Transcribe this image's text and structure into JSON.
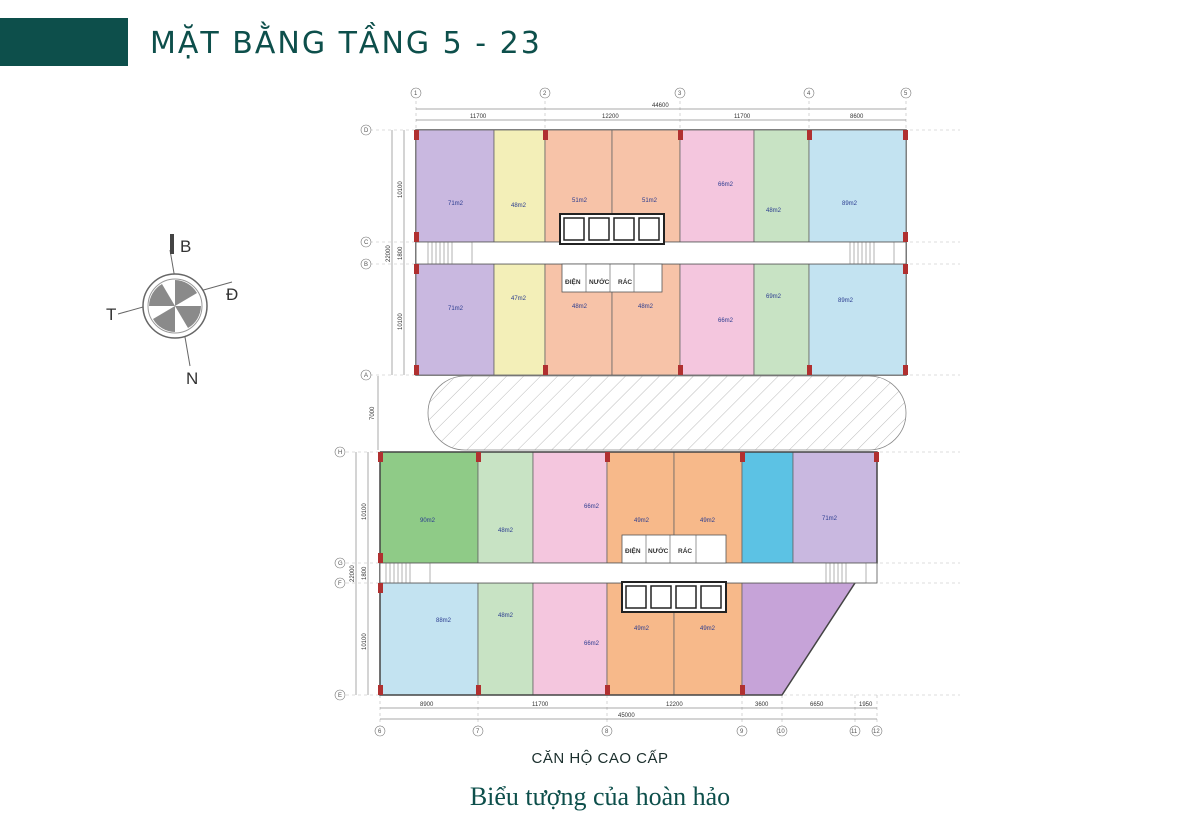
{
  "header": {
    "title": "MẶT BẰNG TẦNG 5 - 23"
  },
  "footer": {
    "subtitle": "CĂN HỘ CAO CẤP",
    "slogan": "Biểu tượng của hoàn hảo"
  },
  "compass": {
    "north": "N",
    "east": "Đ",
    "west": "T",
    "upper_right": "B"
  },
  "services": {
    "electric": "ĐIỆN",
    "water": "NƯỚC",
    "trash": "RÁC"
  },
  "top_block": {
    "total_width": "44600",
    "spans": [
      "11700",
      "12200",
      "11700",
      "8600"
    ],
    "side_dims": [
      "10100",
      "1800",
      "10100",
      "22000"
    ],
    "grid_cols": [
      "1",
      "2",
      "3",
      "4",
      "5"
    ],
    "grid_rows": [
      "D",
      "C",
      "B",
      "A"
    ],
    "upper_units": [
      {
        "area": "71m2",
        "color": "#c9b8e0"
      },
      {
        "area": "48m2",
        "color": "#f3efb8"
      },
      {
        "area": "51m2",
        "color": "#f7c3a8"
      },
      {
        "area": "51m2",
        "color": "#f7c3a8"
      },
      {
        "area": "66m2",
        "color": "#f4c6de"
      },
      {
        "area": "48m2",
        "color": "#c8e3c4"
      },
      {
        "area": "89m2",
        "color": "#c3e3f1"
      }
    ],
    "lower_units": [
      {
        "area": "71m2",
        "color": "#c9b8e0"
      },
      {
        "area": "47m2",
        "color": "#f3efb8"
      },
      {
        "area": "48m2",
        "color": "#f7c3a8"
      },
      {
        "area": "48m2",
        "color": "#f7c3a8"
      },
      {
        "area": "66m2",
        "color": "#f4c6de"
      },
      {
        "area": "69m2",
        "color": "#c8e3c4"
      },
      {
        "area": "89m2",
        "color": "#c3e3f1"
      }
    ]
  },
  "gap_dim": "7000",
  "bottom_block": {
    "total_width": "45000",
    "spans": [
      "8900",
      "11700",
      "12200",
      "3600",
      "6650",
      "1950"
    ],
    "side_dims": [
      "10100",
      "1800",
      "10100",
      "22000"
    ],
    "grid_cols": [
      "6",
      "7",
      "8",
      "9",
      "10",
      "11",
      "12"
    ],
    "grid_rows": [
      "H",
      "G",
      "F",
      "E"
    ],
    "upper_units": [
      {
        "area": "90m2",
        "color": "#8fcb87"
      },
      {
        "area": "48m2",
        "color": "#c8e3c4"
      },
      {
        "area": "66m2",
        "color": "#f4c6de"
      },
      {
        "area": "49m2",
        "color": "#f7b98a"
      },
      {
        "area": "49m2",
        "color": "#f7b98a"
      },
      {
        "area": "",
        "color": "#5cc2e4"
      },
      {
        "area": "71m2",
        "color": "#c9b8e0"
      }
    ],
    "lower_units": [
      {
        "area": "88m2",
        "color": "#c3e3f1"
      },
      {
        "area": "48m2",
        "color": "#c8e3c4"
      },
      {
        "area": "66m2",
        "color": "#f4c6de"
      },
      {
        "area": "49m2",
        "color": "#f7b98a"
      },
      {
        "area": "49m2",
        "color": "#f7b98a"
      },
      {
        "area": "",
        "color": "#c6a3d8"
      }
    ]
  }
}
